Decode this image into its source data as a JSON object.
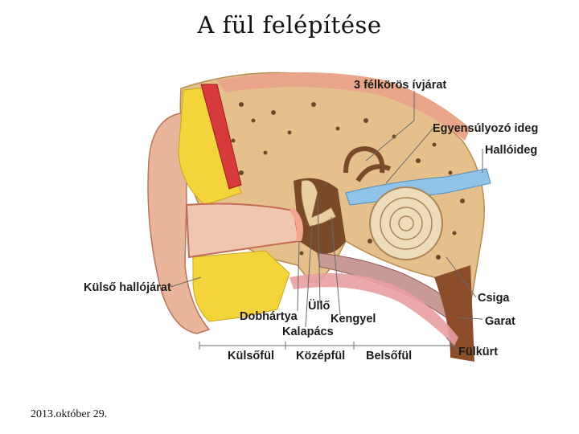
{
  "title": "A fül felépítése",
  "footer_date": "2013.október 29.",
  "labels": {
    "semicircular_canals": "3 félkörös ívjárat",
    "vestibular_nerve": "Egyensúlyozó ideg",
    "auditory_nerve": "Hallóideg",
    "ear_canal": "Külső hallójárat",
    "eardrum": "Dobhártya",
    "incus": "Üllő",
    "stapes": "Kengyel",
    "malleus": "Kalapács",
    "cochlea": "Csiga",
    "pharynx": "Garat",
    "eustachian_tube": "Fülkürt"
  },
  "sections": {
    "outer_ear": "Külsőfül",
    "middle_ear": "Középfül",
    "inner_ear": "Belsőfül"
  },
  "colors": {
    "bone": "#e6c08a",
    "skin": "#e8b49a",
    "fat": "#f3d43a",
    "nerve": "#8fc3e8",
    "muscle": "#d63a3a",
    "leader_line": "#6a6a6a"
  }
}
